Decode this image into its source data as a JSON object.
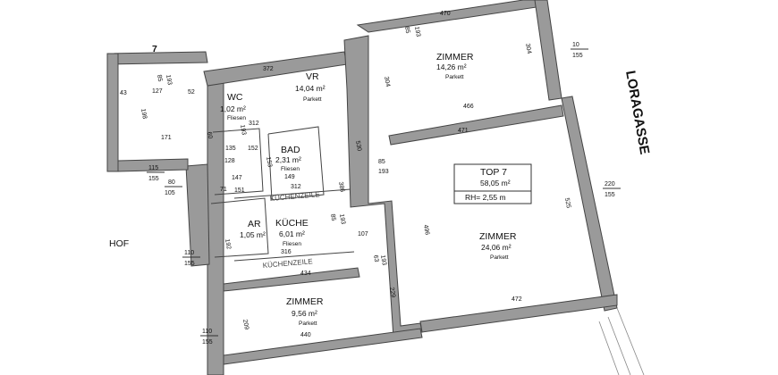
{
  "street": "LORAGASSE",
  "courtyard": "HOF",
  "unit_marker": "7",
  "summary": {
    "title": "TOP 7",
    "area": "58,05 m²",
    "height": "RH=  2,55 m"
  },
  "rooms": [
    {
      "name": "ZIMMER",
      "area": "14,26 m²",
      "floor": "Parkett"
    },
    {
      "name": "VR",
      "area": "14,04 m²",
      "floor": "Parkett"
    },
    {
      "name": "WC",
      "area": "1,02 m²",
      "floor": "Fliesen"
    },
    {
      "name": "BAD",
      "area": "2,31 m²",
      "floor": "Fliesen"
    },
    {
      "name": "ZIMMER",
      "area": "24,06 m²",
      "floor": "Parkett"
    },
    {
      "name": "AR",
      "area": "1,05 m²",
      "floor": ""
    },
    {
      "name": "KÜCHE",
      "area": "6,01 m²",
      "floor": "Fliesen"
    },
    {
      "name": "ZIMMER",
      "area": "9,56 m²",
      "floor": "Parkett"
    }
  ],
  "kitchen_label": "KÜCHENZEILE",
  "dimensions": [
    "470",
    "304",
    "85",
    "193",
    "372",
    "304",
    "466",
    "530",
    "471",
    "85",
    "193",
    "525",
    "496",
    "472",
    "43",
    "85",
    "193",
    "127",
    "52",
    "198",
    "171",
    "312",
    "60",
    "193",
    "135",
    "152",
    "128",
    "153",
    "147",
    "149",
    "151",
    "312",
    "386",
    "107",
    "85",
    "193",
    "316",
    "434",
    "229",
    "209",
    "440",
    "192",
    "63",
    "193",
    "71"
  ],
  "window_dims": [
    {
      "w": "10",
      "h": "155"
    },
    {
      "w": "220",
      "h": "155"
    },
    {
      "w": "80",
      "h": "105"
    },
    {
      "w": "110",
      "h": "155"
    },
    {
      "w": "110",
      "h": "155"
    },
    {
      "w": "115",
      "h": "155"
    }
  ]
}
